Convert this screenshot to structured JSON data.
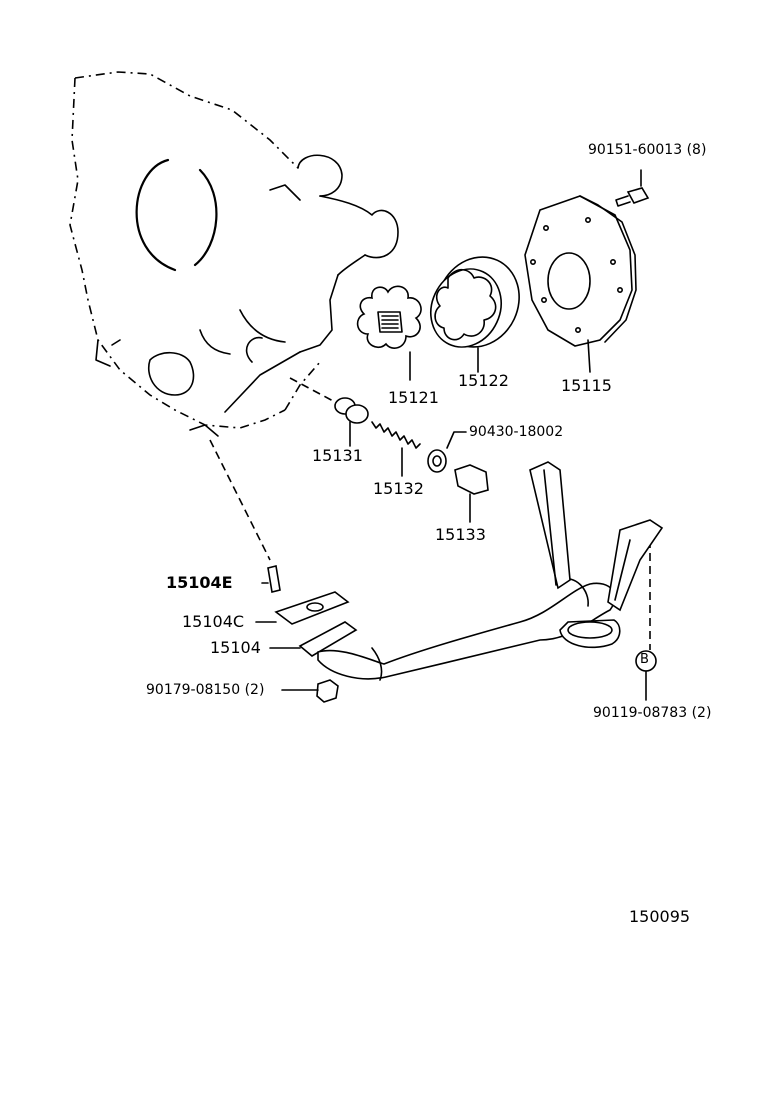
{
  "labels": {
    "p90151": "90151-60013 (8)",
    "p15115": "15115",
    "p15122": "15122",
    "p15121": "15121",
    "p90430": "90430-18002",
    "p15131": "15131",
    "p15132": "15132",
    "p15133": "15133",
    "p15104E": "15104E",
    "p15104C": "15104C",
    "p15104": "15104",
    "p90179": "90179-08150 (2)",
    "p90119": "90119-08783 (2)",
    "circleB": "B",
    "diagram_code": "150095"
  }
}
